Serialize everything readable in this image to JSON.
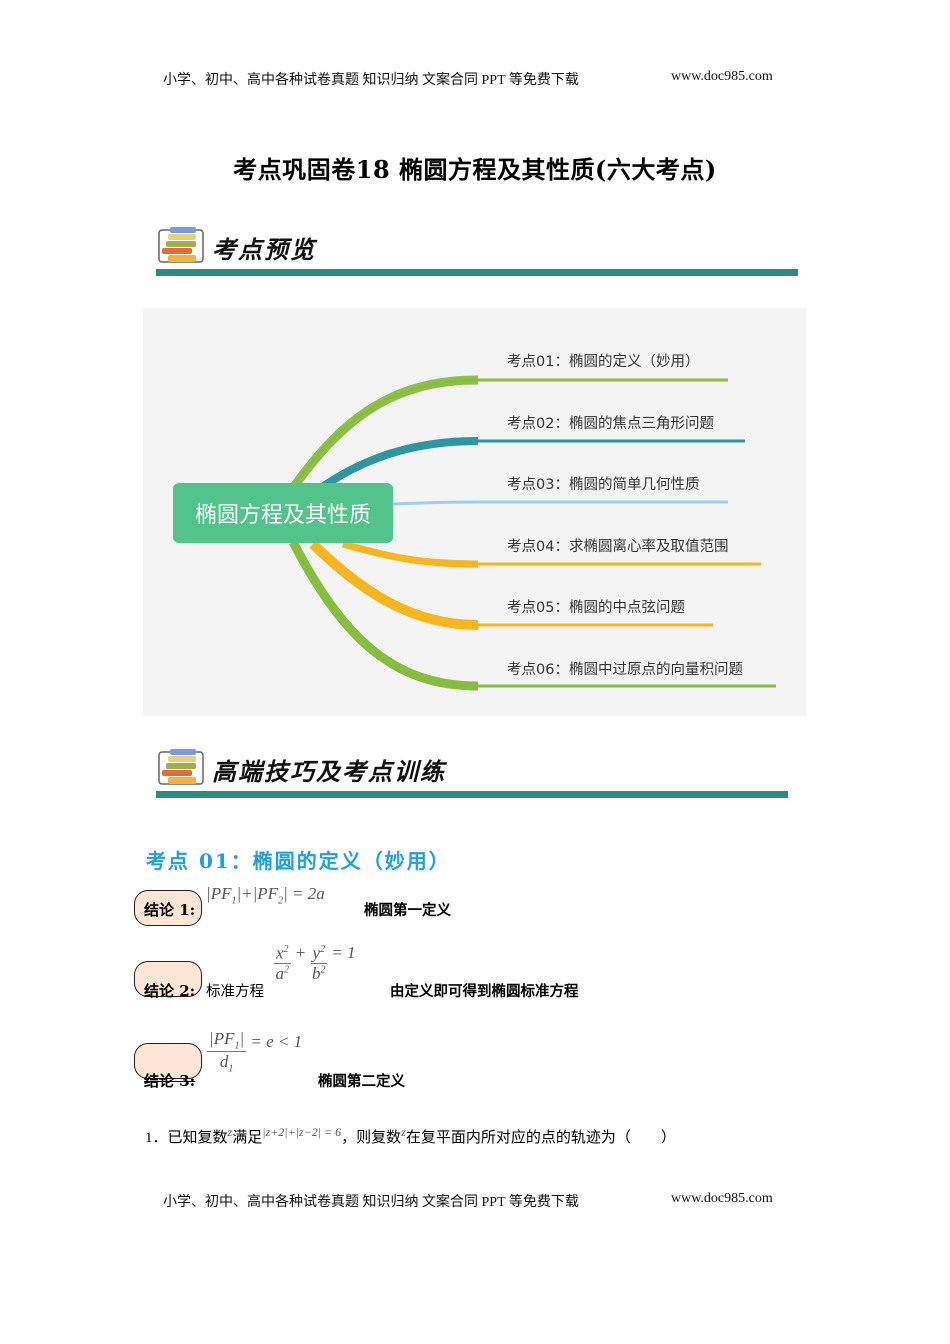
{
  "header": {
    "text": "小学、初中、高中各种试卷真题  知识归纳  文案合同  PPT 等免费下载",
    "site": "www.doc985.com"
  },
  "footer": {
    "text": "小学、初中、高中各种试卷真题  知识归纳  文案合同  PPT 等免费下载",
    "site": "www.doc985.com"
  },
  "title": "考点巩固卷18  椭圆方程及其性质(六大考点)",
  "section1": {
    "label": "考点预览",
    "icon": "books-icon",
    "bar_color": "#2b8b80"
  },
  "mindmap": {
    "center": "椭圆方程及其性质",
    "center_color": "#52c38b",
    "background": "#f4f4f4",
    "items": [
      {
        "label": "考点01：椭圆的定义（妙用）",
        "color": "#86bd3e"
      },
      {
        "label": "考点02：椭圆的焦点三角形问题",
        "color": "#2e95a3"
      },
      {
        "label": "考点03：椭圆的简单几何性质",
        "color": "#9fcdf3"
      },
      {
        "label": "考点04：求椭圆离心率及取值范围",
        "color": "#f7b520"
      },
      {
        "label": "考点05：椭圆的中点弦问题",
        "color": "#f7b520"
      },
      {
        "label": "考点06：椭圆中过原点的向量积问题",
        "color": "#86bd3e"
      }
    ]
  },
  "section2": {
    "label": "高端技巧及考点训练",
    "icon": "books-icon",
    "bar_color": "#2b8b80"
  },
  "topic01": {
    "title": "考点 01：椭圆的定义（妙用）",
    "title_color": "#1ea0dc",
    "conclusions": [
      {
        "tag": "结论 1:",
        "prefix": "",
        "formula": "|PF₁|+|PF₂| = 2a",
        "note": "椭圆第一定义"
      },
      {
        "tag": "结论 2:",
        "prefix": "标准方程",
        "formula": "x²/a² + y²/b² = 1",
        "note": "由定义即可得到椭圆标准方程"
      },
      {
        "tag": "结论 3:",
        "prefix": "",
        "formula": "|PF₁|/d₁ = e < 1",
        "note": "椭圆第二定义"
      }
    ]
  },
  "question1": {
    "number": "1．",
    "part1": "已知复数",
    "var": "z",
    "part2": "满足",
    "condition": "|z+2|+|z−2| = 6",
    "part3": "，则复数",
    "part4": "在复平面内所对应的点的轨迹为（　　）"
  }
}
